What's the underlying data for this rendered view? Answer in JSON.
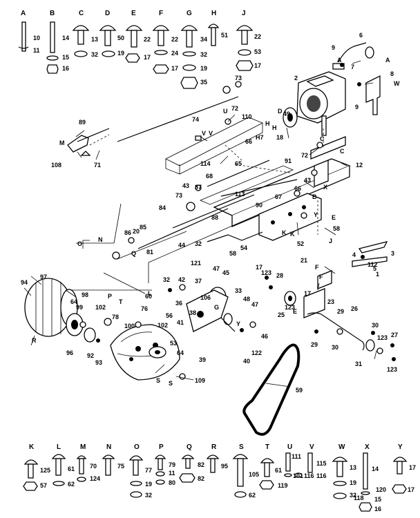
{
  "diagram": {
    "top_hardware": [
      {
        "letter": "A",
        "parts": [
          "10",
          "11"
        ]
      },
      {
        "letter": "B",
        "parts": [
          "14",
          "15",
          "16"
        ]
      },
      {
        "letter": "C",
        "parts": [
          "13",
          "32"
        ]
      },
      {
        "letter": "D",
        "parts": [
          "50",
          "19"
        ]
      },
      {
        "letter": "E",
        "parts": [
          "22",
          "17"
        ]
      },
      {
        "letter": "F",
        "parts": [
          "22",
          "24",
          "17"
        ]
      },
      {
        "letter": "G",
        "parts": [
          "34",
          "32",
          "19",
          "35"
        ]
      },
      {
        "letter": "H",
        "parts": [
          "51"
        ]
      },
      {
        "letter": "J",
        "parts": [
          "22",
          "53",
          "17"
        ]
      }
    ],
    "bottom_hardware": [
      {
        "letter": "K",
        "parts": [
          "125",
          "57"
        ]
      },
      {
        "letter": "L",
        "parts": [
          "61",
          "62"
        ]
      },
      {
        "letter": "M",
        "parts": [
          "70",
          "124"
        ]
      },
      {
        "letter": "N",
        "parts": [
          "75"
        ]
      },
      {
        "letter": "O",
        "parts": [
          "77",
          "19",
          "32"
        ]
      },
      {
        "letter": "P",
        "parts": [
          "79",
          "11",
          "80"
        ]
      },
      {
        "letter": "Q",
        "parts": [
          "82",
          "82"
        ]
      },
      {
        "letter": "R",
        "parts": [
          "95"
        ]
      },
      {
        "letter": "S",
        "parts": [
          "105",
          "62"
        ]
      },
      {
        "letter": "T",
        "parts": [
          "61",
          "119"
        ]
      },
      {
        "letter": "U",
        "parts": [
          "111",
          "101",
          "116"
        ]
      },
      {
        "letter": "V",
        "parts": [
          "115",
          "116"
        ]
      },
      {
        "letter": "W",
        "parts": [
          "13",
          "19",
          "32"
        ]
      },
      {
        "letter": "X",
        "parts": [
          "14",
          "120",
          "118",
          "15",
          "16"
        ]
      },
      {
        "letter": "Y",
        "parts": [
          "17",
          "17"
        ]
      }
    ],
    "callouts": [
      {
        "id": "c1",
        "text": "1"
      },
      {
        "id": "c2",
        "text": "2"
      },
      {
        "id": "c3",
        "text": "3"
      },
      {
        "id": "c4",
        "text": "4"
      },
      {
        "id": "c5",
        "text": "5"
      },
      {
        "id": "c6",
        "text": "6"
      },
      {
        "id": "c7",
        "text": "7"
      },
      {
        "id": "c8",
        "text": "8"
      },
      {
        "id": "c9a",
        "text": "9"
      },
      {
        "id": "c9b",
        "text": "9"
      },
      {
        "id": "c12",
        "text": "12"
      },
      {
        "id": "c18",
        "text": "18"
      },
      {
        "id": "c21",
        "text": "21"
      },
      {
        "id": "c23",
        "text": "23"
      },
      {
        "id": "c25",
        "text": "25"
      },
      {
        "id": "c26",
        "text": "26"
      },
      {
        "id": "c27",
        "text": "27"
      },
      {
        "id": "c28",
        "text": "28"
      },
      {
        "id": "c29a",
        "text": "29"
      },
      {
        "id": "c29b",
        "text": "29"
      },
      {
        "id": "c30a",
        "text": "30"
      },
      {
        "id": "c30b",
        "text": "30"
      },
      {
        "id": "c31",
        "text": "31"
      },
      {
        "id": "c32a",
        "text": "32"
      },
      {
        "id": "c32b",
        "text": "32"
      },
      {
        "id": "c33",
        "text": "33"
      },
      {
        "id": "c36",
        "text": "36"
      },
      {
        "id": "c37",
        "text": "37"
      },
      {
        "id": "c38",
        "text": "38"
      },
      {
        "id": "c39",
        "text": "39"
      },
      {
        "id": "c40",
        "text": "40"
      },
      {
        "id": "c41",
        "text": "41"
      },
      {
        "id": "c42",
        "text": "42"
      },
      {
        "id": "c43a",
        "text": "43"
      },
      {
        "id": "c43b",
        "text": "43"
      },
      {
        "id": "c44",
        "text": "44"
      },
      {
        "id": "c45",
        "text": "45"
      },
      {
        "id": "c46",
        "text": "46"
      },
      {
        "id": "c47",
        "text": "47"
      },
      {
        "id": "c48",
        "text": "48"
      },
      {
        "id": "c49",
        "text": "49"
      },
      {
        "id": "c52",
        "text": "52"
      },
      {
        "id": "c53",
        "text": "53"
      },
      {
        "id": "c54",
        "text": "54"
      },
      {
        "id": "c56",
        "text": "56"
      },
      {
        "id": "c58a",
        "text": "58"
      },
      {
        "id": "c58b",
        "text": "58"
      },
      {
        "id": "c59",
        "text": "59"
      },
      {
        "id": "c60",
        "text": "60"
      },
      {
        "id": "c64a",
        "text": "64"
      },
      {
        "id": "c64b",
        "text": "64"
      },
      {
        "id": "c65",
        "text": "65"
      },
      {
        "id": "c66a",
        "text": "66"
      },
      {
        "id": "c66b",
        "text": "66"
      },
      {
        "id": "c67",
        "text": "67"
      },
      {
        "id": "c68",
        "text": "68"
      },
      {
        "id": "c71",
        "text": "71"
      },
      {
        "id": "c72a",
        "text": "72"
      },
      {
        "id": "c72b",
        "text": "72"
      },
      {
        "id": "c73a",
        "text": "73"
      },
      {
        "id": "c73b",
        "text": "73"
      },
      {
        "id": "c74",
        "text": "74"
      },
      {
        "id": "c76",
        "text": "76"
      },
      {
        "id": "c78",
        "text": "78"
      },
      {
        "id": "c81",
        "text": "81"
      },
      {
        "id": "c84",
        "text": "84"
      },
      {
        "id": "c85",
        "text": "85"
      },
      {
        "id": "c86",
        "text": "86"
      },
      {
        "id": "c87",
        "text": "87"
      },
      {
        "id": "c88",
        "text": "88"
      },
      {
        "id": "c89",
        "text": "89"
      },
      {
        "id": "c90",
        "text": "90"
      },
      {
        "id": "c91",
        "text": "91"
      },
      {
        "id": "c92",
        "text": "92"
      },
      {
        "id": "c93",
        "text": "93"
      },
      {
        "id": "c94",
        "text": "94"
      },
      {
        "id": "c96",
        "text": "96"
      },
      {
        "id": "c97",
        "text": "97"
      },
      {
        "id": "c98",
        "text": "98"
      },
      {
        "id": "c99",
        "text": "99"
      },
      {
        "id": "c100",
        "text": "100"
      },
      {
        "id": "c102a",
        "text": "102"
      },
      {
        "id": "c102b",
        "text": "102"
      },
      {
        "id": "c106",
        "text": "106"
      },
      {
        "id": "c108",
        "text": "108"
      },
      {
        "id": "c109",
        "text": "109"
      },
      {
        "id": "c110",
        "text": "110"
      },
      {
        "id": "c112",
        "text": "112"
      },
      {
        "id": "c113",
        "text": "113"
      },
      {
        "id": "c114",
        "text": "114"
      },
      {
        "id": "c121",
        "text": "121"
      },
      {
        "id": "c122",
        "text": "122"
      },
      {
        "id": "c123a",
        "text": "123"
      },
      {
        "id": "c123b",
        "text": "123"
      },
      {
        "id": "c123c",
        "text": "123"
      },
      {
        "id": "c123d",
        "text": "123"
      },
      {
        "id": "c17a",
        "text": "17"
      },
      {
        "id": "c17b",
        "text": "17"
      },
      {
        "id": "c20",
        "text": "20"
      },
      {
        "id": "c47b",
        "text": "47"
      }
    ],
    "letter_refs": [
      {
        "id": "lA",
        "text": "A"
      },
      {
        "id": "lA2",
        "text": "A"
      },
      {
        "id": "lW",
        "text": "W"
      },
      {
        "id": "lD",
        "text": "D"
      },
      {
        "id": "lH",
        "text": "H"
      },
      {
        "id": "lH2",
        "text": "H"
      },
      {
        "id": "lH7",
        "text": "H7"
      },
      {
        "id": "lC",
        "text": "C"
      },
      {
        "id": "lC2",
        "text": "C"
      },
      {
        "id": "lU",
        "text": "U"
      },
      {
        "id": "lV",
        "text": "V"
      },
      {
        "id": "lV2",
        "text": "V"
      },
      {
        "id": "lM",
        "text": "M"
      },
      {
        "id": "lB",
        "text": "B"
      },
      {
        "id": "lX",
        "text": "X"
      },
      {
        "id": "lE",
        "text": "E"
      },
      {
        "id": "lK",
        "text": "K"
      },
      {
        "id": "lK2",
        "text": "K"
      },
      {
        "id": "lJ",
        "text": "J"
      },
      {
        "id": "lY",
        "text": "Y"
      },
      {
        "id": "lO",
        "text": "O"
      },
      {
        "id": "lN",
        "text": "N"
      },
      {
        "id": "lQ",
        "text": "Q"
      },
      {
        "id": "lR",
        "text": "R"
      },
      {
        "id": "lP",
        "text": "P"
      },
      {
        "id": "lT",
        "text": "T"
      },
      {
        "id": "lF",
        "text": "F"
      },
      {
        "id": "lF2",
        "text": "F"
      },
      {
        "id": "lG",
        "text": "G"
      },
      {
        "id": "lY2",
        "text": "Y"
      },
      {
        "id": "lE2",
        "text": "E"
      },
      {
        "id": "lS",
        "text": "S"
      },
      {
        "id": "lS2",
        "text": "S"
      },
      {
        "id": "lL",
        "text": "L"
      }
    ]
  }
}
